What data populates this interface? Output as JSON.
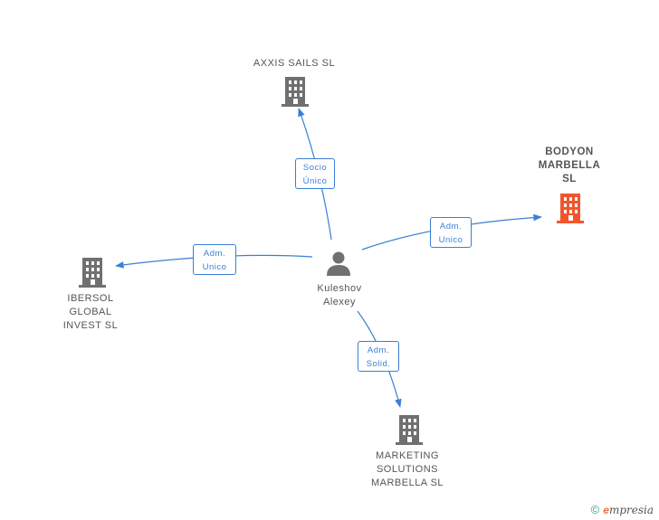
{
  "colors": {
    "edge": "#3a7fd5",
    "building": "#707070",
    "building_highlight": "#f2552c",
    "person": "#707070"
  },
  "center": {
    "label": "Kuleshov\nAlexey",
    "icon": "person-icon"
  },
  "companies": [
    {
      "id": "axxis",
      "label": "AXXIS SAILS SL",
      "highlight": false
    },
    {
      "id": "bodyon",
      "label": "BODYON\nMARBELLA\nSL",
      "highlight": true
    },
    {
      "id": "ibersol",
      "label": "IBERSOL\nGLOBAL\nINVEST SL",
      "highlight": false
    },
    {
      "id": "marketing",
      "label": "MARKETING\nSOLUTIONS\nMARBELLA SL",
      "highlight": false
    }
  ],
  "relations": [
    {
      "target": "axxis",
      "label": "Socio\nÚnico"
    },
    {
      "target": "bodyon",
      "label": "Adm.\nUnico"
    },
    {
      "target": "ibersol",
      "label": "Adm.\nUnico"
    },
    {
      "target": "marketing",
      "label": "Adm.\nSolid."
    }
  ],
  "footer": {
    "copyright": "©",
    "brand_e": "e",
    "brand_rest": "mpresia"
  }
}
